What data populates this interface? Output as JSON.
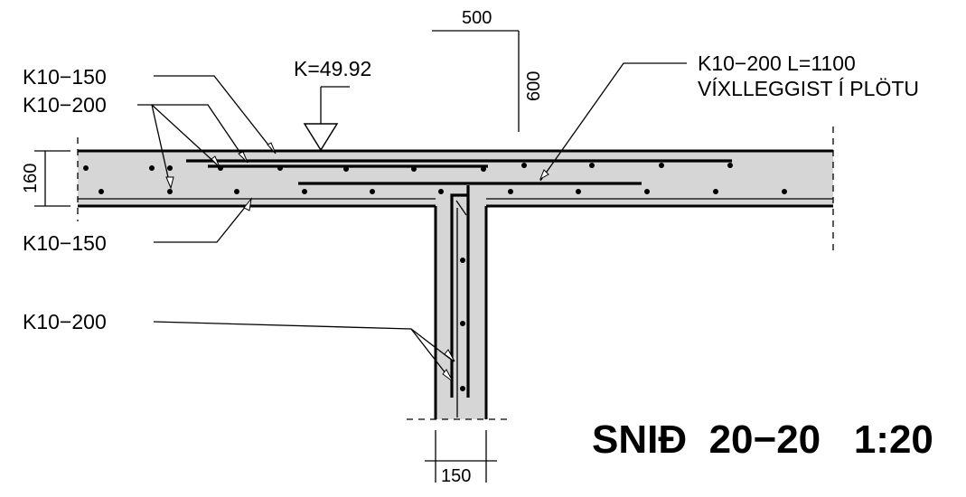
{
  "labels": {
    "top_left_1": "K10−150",
    "top_left_2": "K10−200",
    "elevation": "K=49.92",
    "right_line1": "K10−200  L=1100",
    "right_line2": "VÍXLLEGGIST Í PLÖTU",
    "mid_left": "K10−150",
    "wall_left": "K10−200"
  },
  "dimensions": {
    "top_horizontal": "500",
    "top_vertical": "600",
    "slab_thickness": "160",
    "wall_width": "150"
  },
  "title": "SNIĐ  20−20   1:20"
}
